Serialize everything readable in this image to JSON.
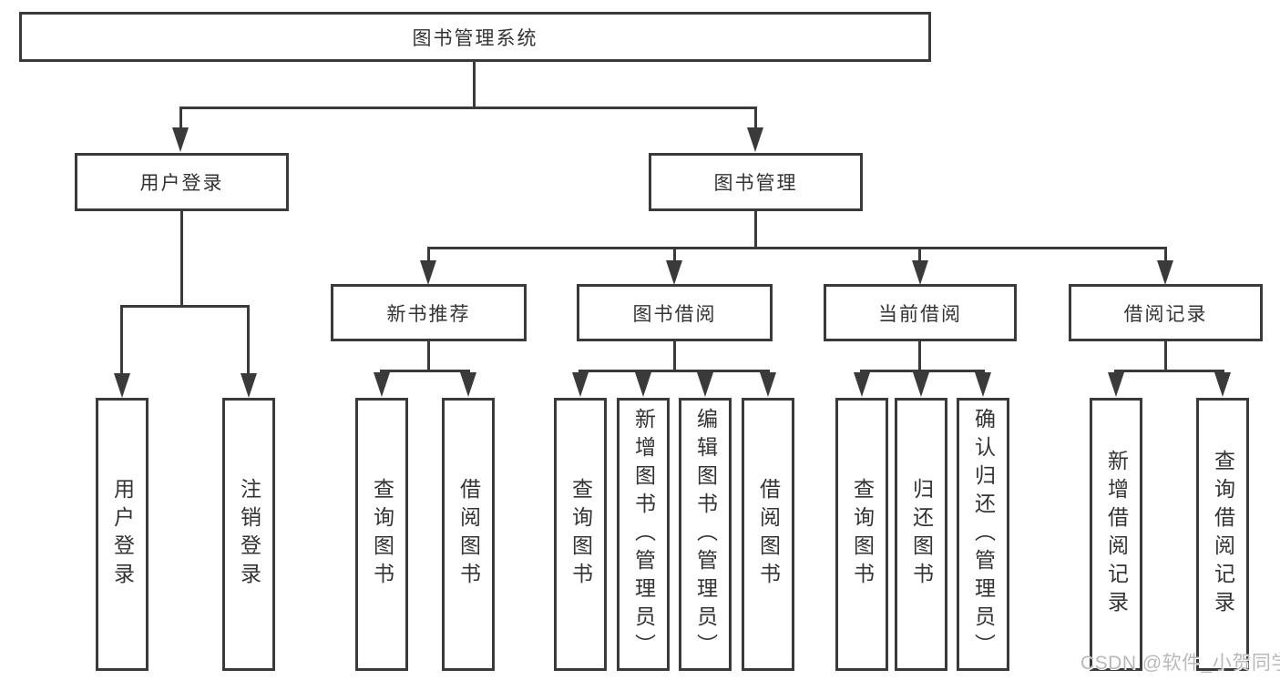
{
  "diagram": {
    "root": {
      "label": "图书管理系统"
    },
    "level2": [
      {
        "label": "用户登录",
        "children": [
          "用户登录",
          "注销登录"
        ]
      },
      {
        "label": "图书管理"
      }
    ],
    "level3": [
      {
        "label": "新书推荐",
        "children": [
          "查询图书",
          "借阅图书"
        ]
      },
      {
        "label": "图书借阅",
        "children": [
          "查询图书",
          "新增图书（管理员）",
          "编辑图书（管理员）",
          "借阅图书"
        ]
      },
      {
        "label": "当前借阅",
        "children": [
          "查询图书",
          "归还图书",
          "确认归还（管理员）"
        ]
      },
      {
        "label": "借阅记录",
        "children": [
          "新增借阅记录",
          "查询借阅记录"
        ]
      }
    ],
    "watermark": "CSDN @软件_小贺同学"
  },
  "colors": {
    "line": "#3a3a3a",
    "text": "#333333",
    "box-bg": "#ffffff",
    "background": "#ffffff",
    "watermark": "#b9b9b9"
  }
}
